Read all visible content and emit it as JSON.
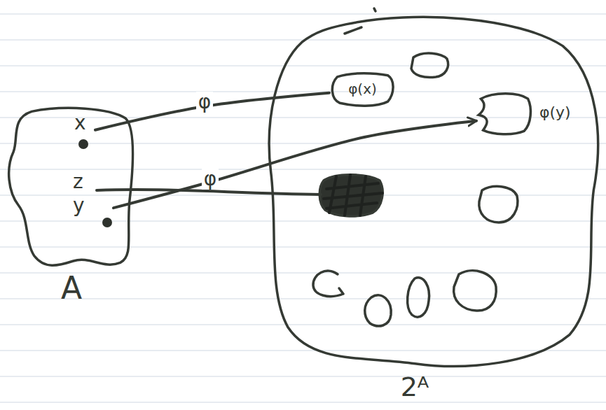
{
  "diagram": {
    "nodes": [
      {
        "text": [
          "A"
        ]
      },
      {
        "text": [
          "x"
        ],
        "in": 0
      },
      {
        "text": [
          "z"
        ],
        "in": 0
      },
      {
        "text": [
          "y"
        ],
        "in": 0
      },
      {
        "text": [
          "2ᴬ"
        ]
      },
      {
        "text": [
          "φ(x)"
        ],
        "in": 4
      },
      {
        "text": [
          "φ(y)"
        ],
        "in": 4
      }
    ],
    "edges": [
      {
        "from": 1,
        "to": 5,
        "arrow": "none",
        "label": "φ"
      },
      {
        "from": 3,
        "to": 6,
        "arrow": "to",
        "label": "φ"
      }
    ]
  }
}
